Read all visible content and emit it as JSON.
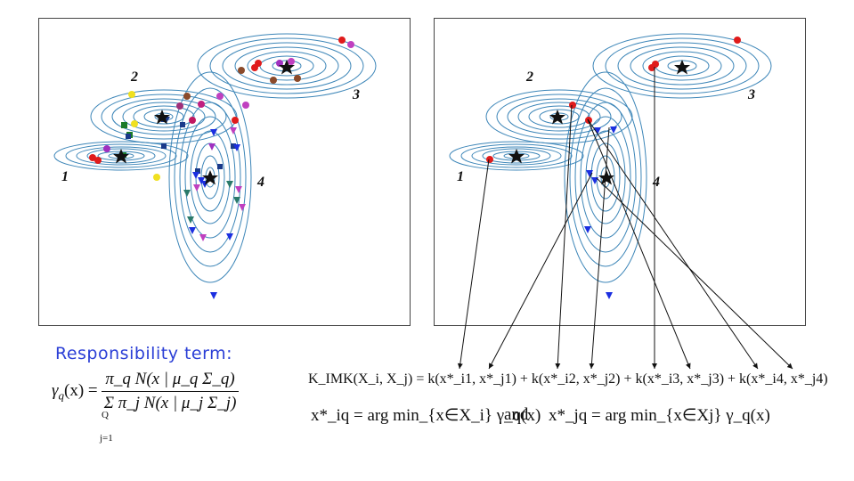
{
  "left_panel": {
    "cluster_labels": [
      "1",
      "2",
      "3",
      "4"
    ]
  },
  "right_panel": {
    "cluster_labels": [
      "1",
      "2",
      "3",
      "4"
    ]
  },
  "formula": {
    "title": "Responsibility term:",
    "gamma_lhs": "γ",
    "gamma_sub": "q",
    "gamma_arg": "(x)",
    "numerator": "π_q N(x | μ_q Σ_q)",
    "denominator": "Σ π_j N(x | μ_j Σ_j)",
    "sum_upper": "Q",
    "sum_lower": "j=1",
    "kernel": "K_IMK(X_i, X_j) = k(x*_i1, x*_j1) + k(x*_i2, x*_j2) + k(x*_i3, x*_j3) + k(x*_i4, x*_j4)",
    "kernel_name": "K",
    "kernel_sub": "IMK",
    "argmin_line_1": "x*_iq = arg min_{x∈X_i} γ_q(x)",
    "and_word": "and",
    "argmin_line_2": "x*_jq = arg min_{x∈Xj} γ_q(x)",
    "arg_word": "arg",
    "min_word": "min",
    "domain_i": "x∈X",
    "domain_i_sub": "i",
    "domain_j": "x∈Xj"
  },
  "colors": {
    "contour": "#3d86b8",
    "red": "#e01b1b",
    "blue": "#1b2fe0",
    "text_blue": "#2b3fd6"
  }
}
